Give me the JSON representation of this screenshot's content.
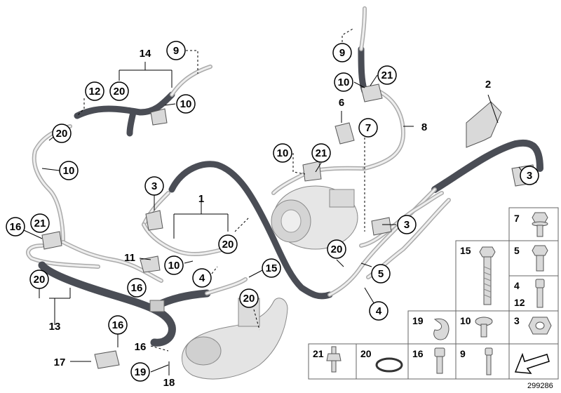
{
  "callouts": {
    "c14": "14",
    "c9a": "9",
    "c12": "12",
    "c20a": "20",
    "c10a": "10",
    "c20b": "20",
    "c10b": "10",
    "c16a": "16",
    "c21a": "21",
    "c20c": "20",
    "c13": "13",
    "c16b": "16",
    "c17": "17",
    "c16c": "16",
    "c19": "19",
    "c18": "18",
    "c3a": "3",
    "c1": "1",
    "c20d": "20",
    "c11": "11",
    "c10c": "10",
    "c4a": "4",
    "c15": "15",
    "c20e": "20",
    "c9b": "9",
    "c10d": "10",
    "c21b": "21",
    "c6": "6",
    "c7": "7",
    "c8": "8",
    "c10e": "10",
    "c21c": "21",
    "c20f": "20",
    "c5": "5",
    "c4b": "4",
    "c3b": "3",
    "c2": "2",
    "c3c": "3"
  },
  "parts_grid": {
    "r1_right": "7",
    "r2_left": "15",
    "r2_right": "5",
    "r3_right_top": "4",
    "r3_right_bottom": "12",
    "r4_a": "19",
    "r4_b": "10",
    "r4_c": "3",
    "r5_a": "21",
    "r5_b": "20",
    "r5_c": "16",
    "r5_d": "9"
  },
  "reference_number": "299286",
  "colors": {
    "hose": "#4a4d55",
    "pipe": "#c9c9c9",
    "outline": "#555555",
    "part_fill": "#d9d9d9"
  }
}
